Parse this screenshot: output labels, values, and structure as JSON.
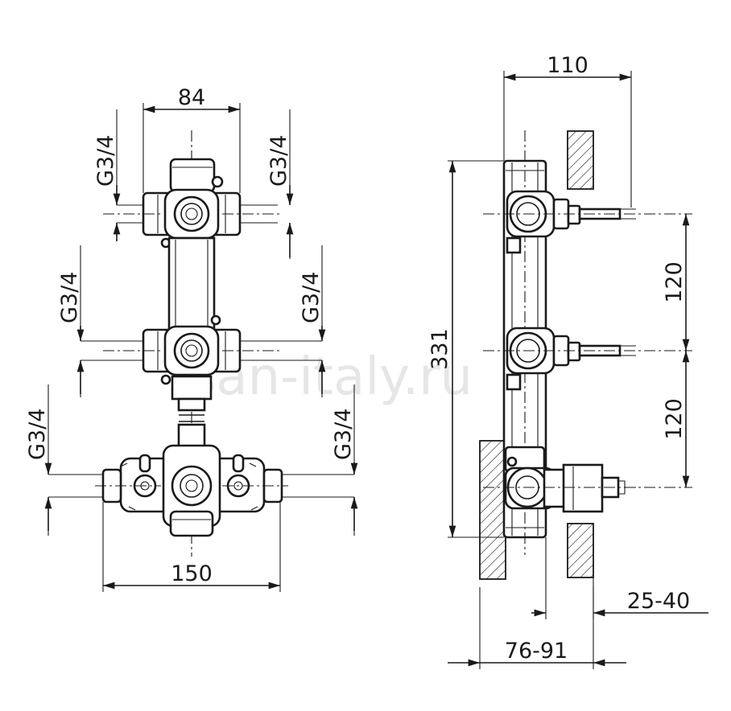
{
  "front_view": {
    "dim_top_width": "84",
    "dim_bottom_width": "150",
    "thread_upper_left": "G3/4",
    "thread_upper_right": "G3/4",
    "thread_middle_left": "G3/4",
    "thread_middle_right": "G3/4",
    "thread_lower_left": "G3/4",
    "thread_lower_right": "G3/4"
  },
  "side_view": {
    "dim_depth_total": "110",
    "dim_height_total": "331",
    "dim_spacing_upper": "120",
    "dim_spacing_lower": "120",
    "dim_wall_range_small": "25-40",
    "dim_wall_range_large": "76-91"
  },
  "watermark": "san-italy.ru"
}
